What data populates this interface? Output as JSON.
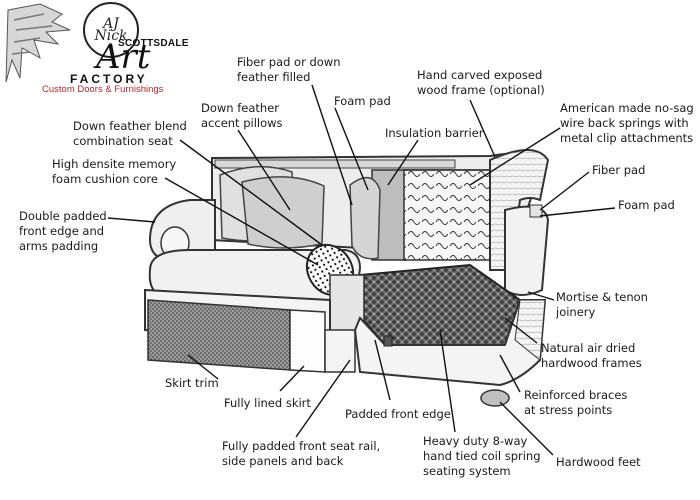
{
  "logo": {
    "badge": "AJ\nNick",
    "scottsdale": "SCOTTSDALE",
    "art": "Art",
    "factory": "FACTORY",
    "tagline": "Custom Doors & Furnishings"
  },
  "callouts": {
    "fiber_pad_or_down": "Fiber pad or down\nfeather filled",
    "foam_pad_top": "Foam pad",
    "hand_carved": "Hand carved exposed\nwood frame (optional)",
    "down_feather_pillows": "Down feather\naccent pillows",
    "insulation_barrier": "Insulation barrier",
    "american_springs": "American made no-sag\nwire back springs with\nmetal clip attachments",
    "down_feather_blend": "Down feather blend\ncombination seat",
    "memory_foam": "High densite memory\nfoam cushion core",
    "fiber_pad_right": "Fiber pad",
    "foam_pad_right": "Foam pad",
    "double_padded": "Double padded\nfront edge and\narms padding",
    "mortise_tenon": "Mortise & tenon\njoinery",
    "air_dried": "Natural air dried\nhardwood frames",
    "skirt_trim": "Skirt trim",
    "reinforced_braces": "Reinforced braces\nat stress points",
    "fully_lined_skirt": "Fully lined skirt",
    "padded_front_edge": "Padded front edge",
    "front_seat_rail": "Fully padded front seat rail,\nside panels and back",
    "coil_spring": "Heavy duty 8-way\nhand tied coil spring\nseating system",
    "hardwood_feet": "Hardwood feet"
  }
}
